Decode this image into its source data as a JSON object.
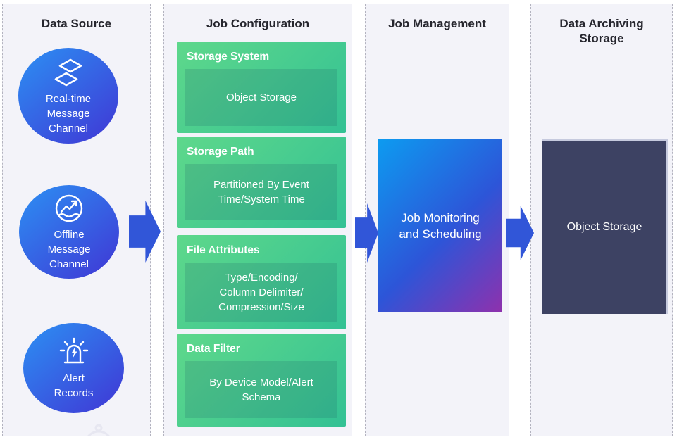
{
  "colors": {
    "page_bg": "#ffffff",
    "column_bg": "#f3f3f9",
    "column_border": "#b3b3bf",
    "header_text": "#26262e",
    "arrow": "#3156d8",
    "circle_gradient_start": "#2e87f0",
    "circle_gradient_end": "#3f3ad6",
    "green_gradient_start": "#5ed88b",
    "green_gradient_end": "#33c194",
    "blue_gradient": [
      "#0d9bf0",
      "#2d55d8",
      "#8f31ad"
    ],
    "dark_box": "#3d4263",
    "text_on_fill": "#ffffff"
  },
  "columns": {
    "data_source": {
      "title": "Data Source",
      "items": [
        {
          "icon": "stacked-layers-icon",
          "lines": [
            "Real-time",
            "Message",
            "Channel"
          ]
        },
        {
          "icon": "trend-chart-icon",
          "lines": [
            "Offline",
            "Message",
            "Channel"
          ]
        },
        {
          "icon": "alarm-siren-icon",
          "lines": [
            "Alert",
            "Records"
          ]
        }
      ]
    },
    "job_configuration": {
      "title": "Job Configuration",
      "boxes": [
        {
          "title": "Storage System",
          "lines": [
            "Object Storage",
            "",
            ""
          ]
        },
        {
          "title": "Storage Path",
          "lines": [
            "Partitioned By Event",
            "Time/System Time",
            ""
          ]
        },
        {
          "title": "File Attributes",
          "lines": [
            "Type/Encoding/",
            "Column Delimiter/",
            "Compression/Size"
          ]
        },
        {
          "title": "Data Filter",
          "lines": [
            "By Device Model/Alert",
            "Schema",
            ""
          ]
        }
      ]
    },
    "job_management": {
      "title": "Job Management",
      "box_lines": [
        "Job Monitoring",
        "and Scheduling"
      ]
    },
    "data_archiving": {
      "title_lines": [
        "Data Archiving",
        "Storage"
      ],
      "box_label": "Object Storage"
    }
  }
}
